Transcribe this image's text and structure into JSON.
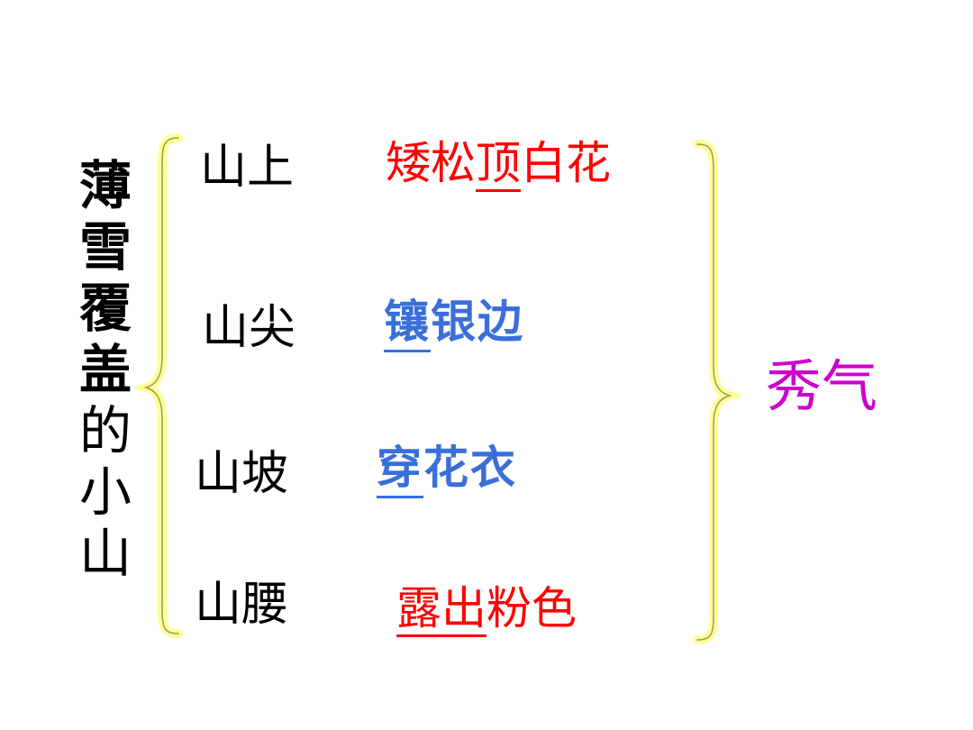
{
  "title_chars": [
    "薄",
    "雪",
    "覆",
    "盖",
    "的",
    "小",
    "山"
  ],
  "rows": [
    {
      "place": "山上",
      "phrase_prefix": "矮松",
      "phrase_underlined": "顶",
      "phrase_suffix": "白花"
    },
    {
      "place": "山尖",
      "phrase_prefix": "",
      "phrase_underlined": "镶",
      "phrase_suffix": "银边"
    },
    {
      "place": "山坡",
      "phrase_prefix": "",
      "phrase_underlined": "穿",
      "phrase_suffix": "花衣"
    },
    {
      "place": "山腰",
      "phrase_prefix": "",
      "phrase_underlined": "露出",
      "phrase_suffix": "粉色"
    }
  ],
  "result": "秀气",
  "colors": {
    "title": "#000000",
    "red_phrase": "#ff0000",
    "blue_phrase": "#3a6fd9",
    "result": "#cc00cc",
    "brace_fill": "#ffff99",
    "brace_stroke": "#c8c870"
  }
}
